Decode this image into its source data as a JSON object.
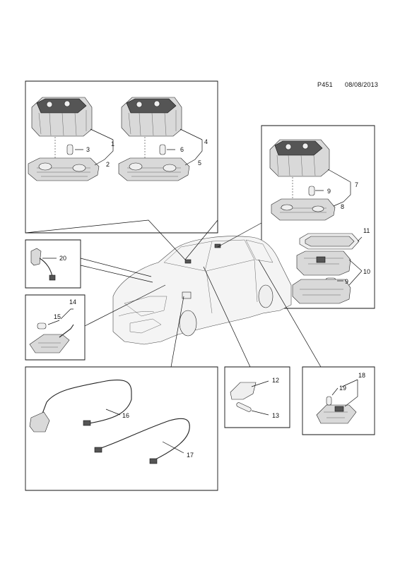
{
  "header": {
    "code": "P451",
    "date": "08/08/2013"
  },
  "callouts": {
    "c1": "1",
    "c2": "2",
    "c3": "3",
    "c4": "4",
    "c5": "5",
    "c6": "6",
    "c7": "7",
    "c8": "8",
    "c9a": "9",
    "c9b": "9",
    "c10": "10",
    "c11": "11",
    "c12": "12",
    "c13": "13",
    "c14": "14",
    "c15": "15",
    "c16": "16",
    "c17": "17",
    "c18": "18",
    "c19": "19",
    "c20": "20"
  }
}
